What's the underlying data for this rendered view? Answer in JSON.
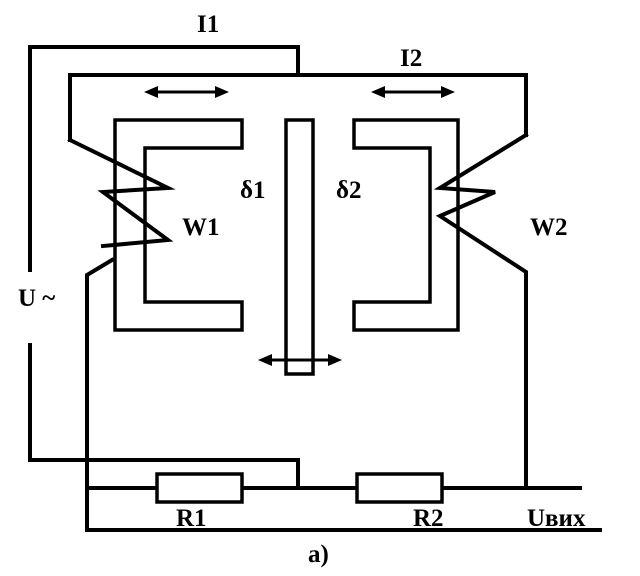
{
  "labels": {
    "current1": "I1",
    "current2": "I2",
    "gap1": "δ1",
    "gap2": "δ2",
    "winding1": "W1",
    "winding2": "W2",
    "voltage": "U ~",
    "resistor1": "R1",
    "resistor2": "R2",
    "output": "Uвих",
    "caption": "а)"
  }
}
